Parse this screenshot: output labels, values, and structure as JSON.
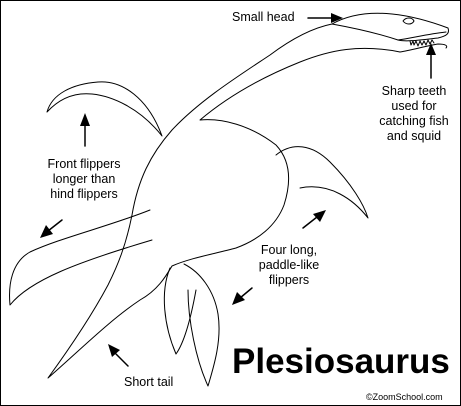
{
  "title": "Plesiosaurus",
  "labels": {
    "small_head": "Small head",
    "sharp_teeth": "Sharp teeth\nused for\ncatching fish\nand squid",
    "front_flippers": "Front flippers\nlonger than\nhind flippers",
    "four_flippers": "Four long,\npaddle-like\nflippers",
    "short_tail": "Short tail"
  },
  "credit": "©ZoomSchool.com"
}
